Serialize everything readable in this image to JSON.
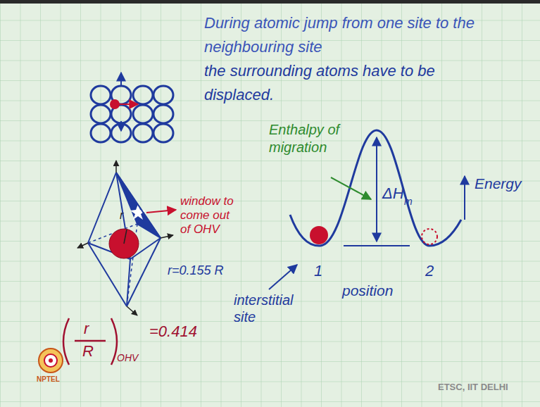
{
  "diagram": {
    "labels": [
      "During atomic jump from one site to the neighbouring site",
      "the surrounding atoms have to be displaced.",
      "r",
      "window to come out of OHV",
      "r=0.155 R",
      "r",
      "R",
      "OHV",
      "=0.414",
      "Enthalpy of migration",
      "ΔH",
      "m",
      "Energy",
      "1",
      "2",
      "interstitial site",
      "position",
      "NPTEL",
      "ETSC, IIT DELHI"
    ]
  }
}
